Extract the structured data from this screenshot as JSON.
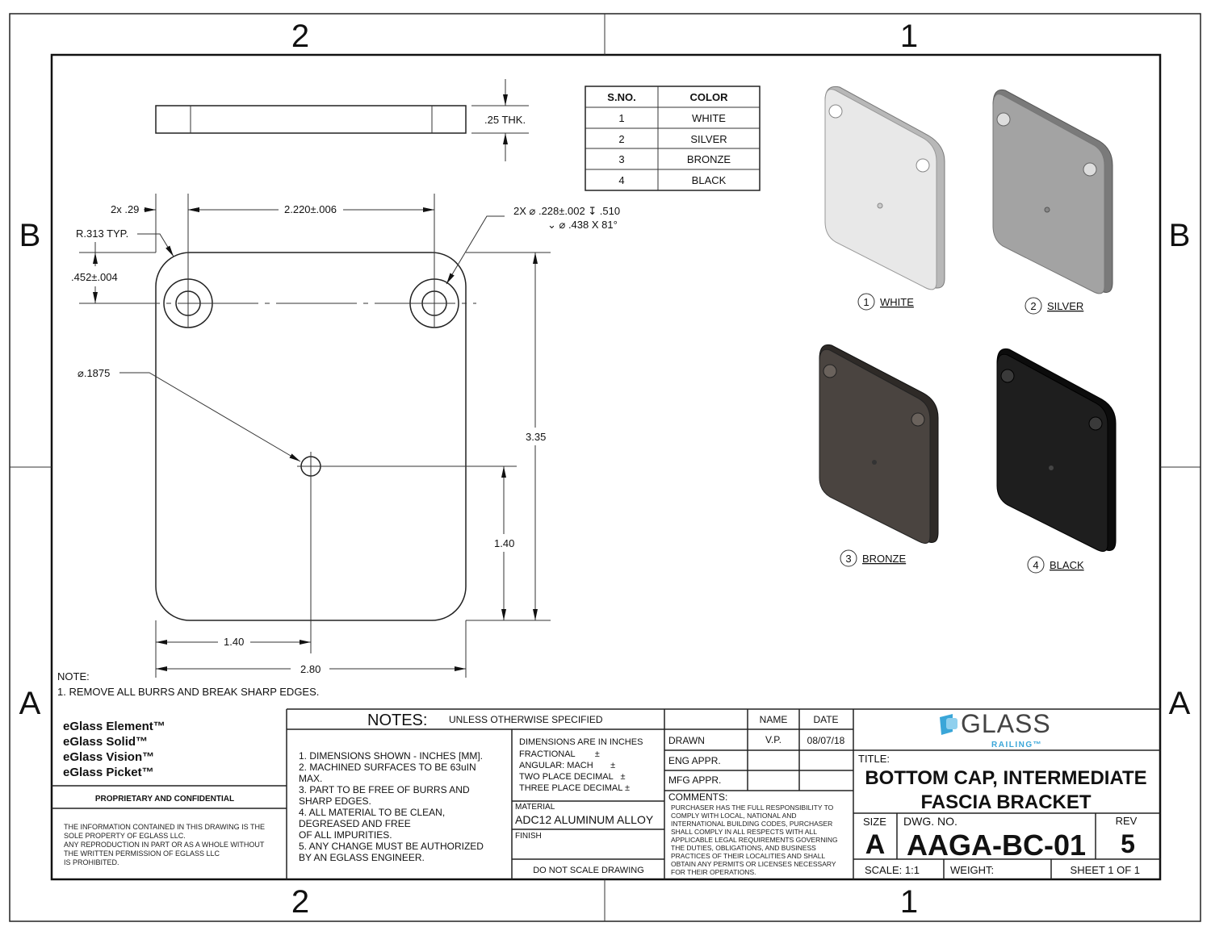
{
  "zones": {
    "top": [
      "2",
      "1"
    ],
    "bottom": [
      "2",
      "1"
    ],
    "left": [
      "B",
      "A"
    ],
    "right": [
      "B",
      "A"
    ]
  },
  "dimensions": {
    "thickness": ".25 THK.",
    "edge": "2x .29",
    "hole_spacing": "2.220±.006",
    "radius": "R.313 TYP.",
    "hole_offset": ".452±.004",
    "hole_callout_1": "2X ⌀ .228±.002 ↧ .510",
    "hole_callout_2": "⌄ ⌀ .438 X 81°",
    "center_hole": "⌀.1875",
    "height": "3.35",
    "center_height": "1.40",
    "center_width": "1.40",
    "width": "2.80"
  },
  "drawing_note": {
    "title": "NOTE:",
    "text": "1. REMOVE ALL BURRS AND BREAK SHARP EDGES."
  },
  "color_table": {
    "headers": [
      "S.NO.",
      "COLOR"
    ],
    "rows": [
      [
        "1",
        "WHITE"
      ],
      [
        "2",
        "SILVER"
      ],
      [
        "3",
        "BRONZE"
      ],
      [
        "4",
        "BLACK"
      ]
    ]
  },
  "views": [
    {
      "num": "1",
      "label": "WHITE",
      "color": "#e6e6e6"
    },
    {
      "num": "2",
      "label": "SILVER",
      "color": "#9a9a9a"
    },
    {
      "num": "3",
      "label": "BRONZE",
      "color": "#4a4440"
    },
    {
      "num": "4",
      "label": "BLACK",
      "color": "#1e1e1e"
    }
  ],
  "products": [
    "eGlass Element™",
    "eGlass Solid™",
    "eGlass Vision™",
    "eGlass Picket™"
  ],
  "proprietary": "PROPRIETARY AND CONFIDENTIAL",
  "confidential_text": [
    "THE INFORMATION CONTAINED IN THIS DRAWING IS THE",
    "SOLE PROPERTY OF EGLASS LLC.",
    "ANY REPRODUCTION IN PART OR AS A WHOLE WITHOUT",
    "THE WRITTEN PERMISSION OF EGLASS LLC",
    "IS PROHIBITED."
  ],
  "notes": {
    "title": "NOTES:",
    "subtitle": "UNLESS OTHERWISE SPECIFIED",
    "lines": [
      "1. DIMENSIONS SHOWN - INCHES [MM].",
      "2. MACHINED SURFACES TO BE 63uIN",
      "MAX.",
      "3. PART TO BE FREE OF BURRS AND",
      "SHARP EDGES.",
      "4. ALL MATERIAL TO BE CLEAN,",
      "DEGREASED AND FREE",
      "OF ALL IMPURITIES.",
      "5. ANY CHANGE MUST BE AUTHORIZED",
      "BY AN EGLASS ENGINEER."
    ]
  },
  "tolerances": [
    "DIMENSIONS ARE IN INCHES",
    "FRACTIONAL        ±",
    "ANGULAR: MACH       ±",
    "TWO PLACE DECIMAL   ±",
    "THREE PLACE DECIMAL ±"
  ],
  "material": {
    "label": "MATERIAL",
    "value": "ADC12 ALUMINUM ALLOY"
  },
  "finish": {
    "label": "FINISH"
  },
  "do_not_scale": "DO NOT SCALE DRAWING",
  "approvals": {
    "headers": [
      "NAME",
      "DATE"
    ],
    "rows": [
      [
        "DRAWN",
        "V.P.",
        "08/07/18"
      ],
      [
        "ENG APPR.",
        "",
        ""
      ],
      [
        "MFG APPR.",
        "",
        ""
      ]
    ]
  },
  "comments": {
    "label": "COMMENTS:",
    "lines": [
      "PURCHASER HAS THE FULL RESPONSIBILITY TO",
      "COMPLY WITH LOCAL, NATIONAL AND",
      "INTERNATIONAL BUILDING CODES, PURCHASER",
      "SHALL COMPLY IN ALL RESPECTS WITH ALL",
      "APPLICABLE LEGAL REQUIREMENTS GOVERNING",
      "THE DUTIES, OBLIGATIONS, AND BUSINESS",
      "PRACTICES OF THEIR LOCALITIES AND SHALL",
      "OBTAIN ANY PERMITS OR LICENSES NECESSARY",
      "FOR THEIR OPERATIONS."
    ]
  },
  "logo": {
    "main": "GLASS",
    "sub": "RAILING™",
    "accent": "#3aa6d8"
  },
  "title_block": {
    "title_label": "TITLE:",
    "title_1": "BOTTOM CAP, INTERMEDIATE",
    "title_2": "FASCIA BRACKET",
    "size_label": "SIZE",
    "size": "A",
    "dwg_label": "DWG.  NO.",
    "dwg_no": "AAGA-BC-01",
    "rev_label": "REV",
    "rev": "5",
    "scale": "SCALE: 1:1",
    "weight": "WEIGHT:",
    "sheet": "SHEET 1 OF 1"
  }
}
